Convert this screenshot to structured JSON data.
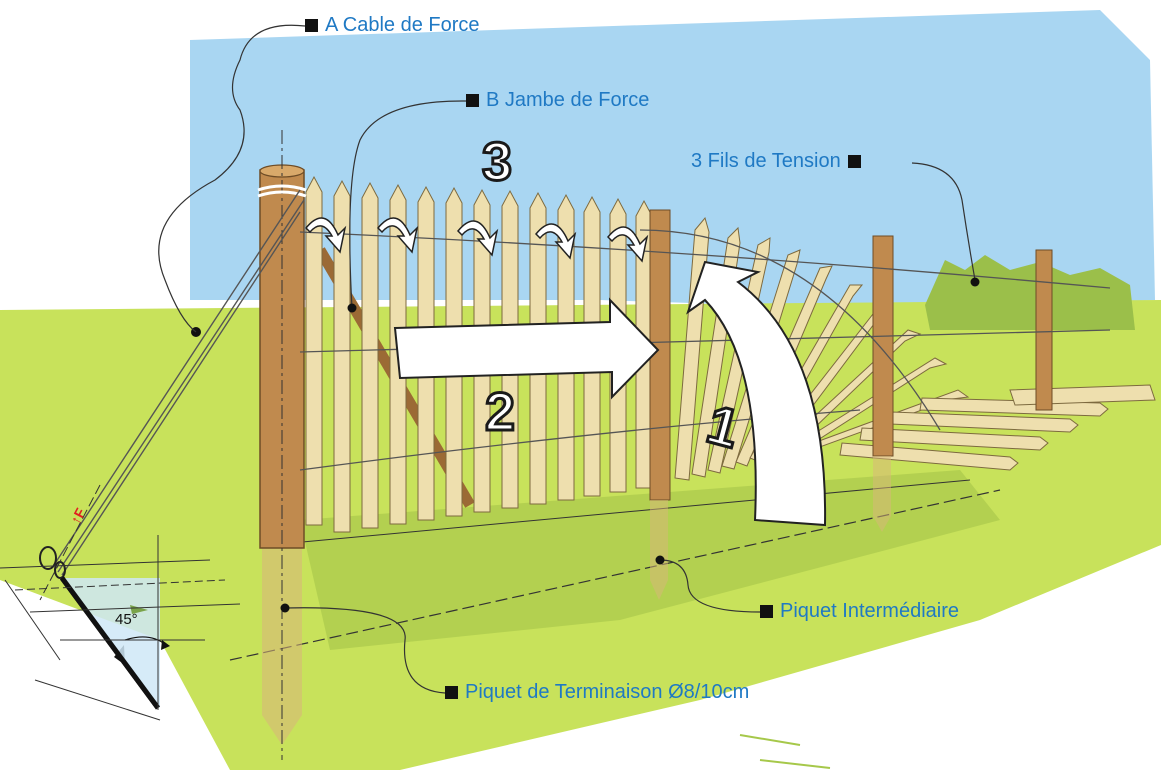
{
  "labels": {
    "cable": "A Cable de Force",
    "jambe": "B Jambe de Force",
    "fils": "3 Fils de Tension",
    "intermediaire": "Piquet Intermédiaire",
    "terminaison": "Piquet de Terminaison Ø8/10cm"
  },
  "steps": {
    "one": "1",
    "two": "2",
    "three": "3"
  },
  "angle": "45°",
  "force": "↑F",
  "colors": {
    "sky": "#a9d6f2",
    "ground": "#c8e25b",
    "post": "#c08a4e",
    "picket": "#eedfae",
    "label": "#1f79c4"
  }
}
